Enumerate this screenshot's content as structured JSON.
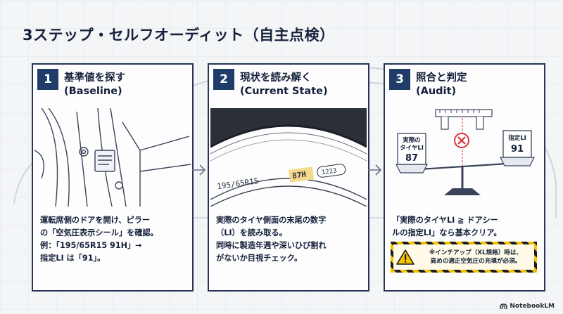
{
  "page": {
    "title": "3ステップ・セルフオーディット（自主点検）"
  },
  "steps": [
    {
      "number": "1",
      "title_line1": "基準値を探す",
      "title_line2": "(Baseline)",
      "desc": [
        "運転席側のドアを開け、ピラー",
        "の「空気圧表示シール」を確認。",
        "例：「195/65R15 91H」→",
        "指定LI は「91」。"
      ]
    },
    {
      "number": "2",
      "title_line1": "現状を読み解く",
      "title_line2": "(Current State)",
      "desc": [
        "実際のタイヤ側面の末尾の数字",
        "（LI）を読み取る。",
        "同時に製造年週や深いひび割れ",
        "がないか目視チェック。"
      ],
      "tire": {
        "size": "195/65R15",
        "load_speed": "87H",
        "date_code": "1223"
      }
    },
    {
      "number": "3",
      "title_line1": "照合と判定",
      "title_line2": "(Audit)",
      "desc": [
        "「実際のタイヤLI ≧ ドアシー",
        "ルの指定LI」なら基本クリア。"
      ],
      "scale": {
        "left_label_1": "実際の",
        "left_label_2": "タイヤLI",
        "left_value": "87",
        "right_label": "指定LI",
        "right_value": "91"
      },
      "warning": [
        "※インチアップ（XL規格）時は、",
        "高めの適正空気圧の充填が必須。"
      ]
    }
  ],
  "footer": {
    "brand": "NotebookLM"
  },
  "colors": {
    "navy": "#1f3d68",
    "accent_red": "#d9343a",
    "hazard_yellow": "#f2c200",
    "highlight": "#f5d98a"
  }
}
